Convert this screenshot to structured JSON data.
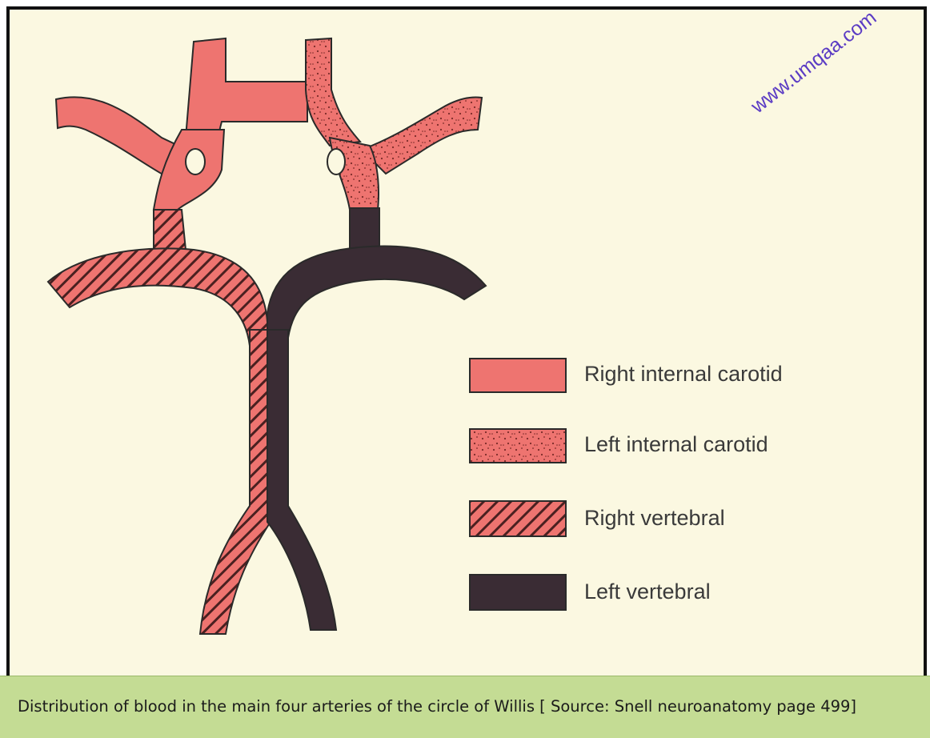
{
  "legend": [
    {
      "label": "Right internal carotid",
      "pattern": "solid",
      "color": "#ee7470"
    },
    {
      "label": "Left internal carotid",
      "pattern": "stippled",
      "color": "#ee7470"
    },
    {
      "label": "Right vertebral",
      "pattern": "hatched",
      "color": "#ee7470"
    },
    {
      "label": "Left vertebral",
      "pattern": "solid",
      "color": "#3a2c34"
    }
  ],
  "watermark": "www.umqaa.com",
  "caption": "Distribution of blood in the main four arteries of the circle of Willis [ Source: Snell neuroanatomy page 499]",
  "colors": {
    "background": "#fbf8e1",
    "artery_pink": "#ee7470",
    "artery_dark": "#3a2c34",
    "caption_bar": "#c4dc94",
    "watermark": "#5b3cc4"
  }
}
